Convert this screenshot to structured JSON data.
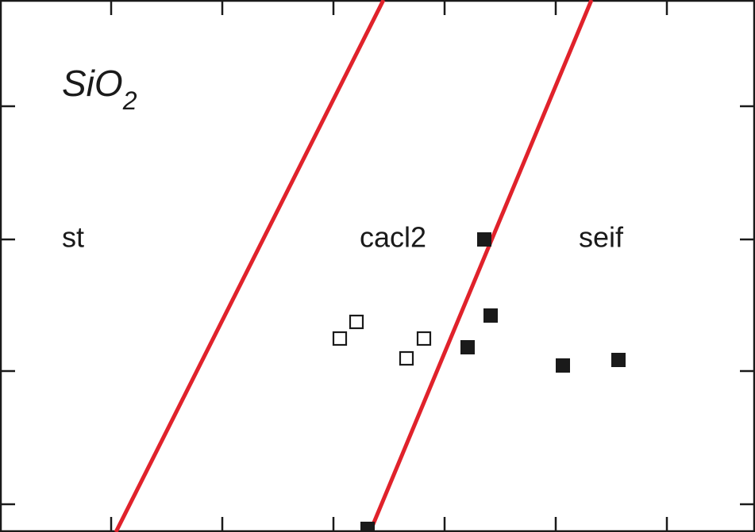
{
  "chart_data": {
    "type": "scatter",
    "title": "SiO",
    "title_subscript": "2",
    "xlabel": "",
    "ylabel": "",
    "xlim": [
      0,
      951
    ],
    "ylim": [
      671,
      0
    ],
    "grid": false,
    "x_ticks": [
      140,
      280,
      420,
      560,
      700,
      840
    ],
    "y_ticks": [
      134,
      302,
      468,
      636
    ],
    "phase_labels": [
      {
        "text": "st",
        "x": 92,
        "y": 302
      },
      {
        "text": "cacl2",
        "x": 495,
        "y": 302
      },
      {
        "text": "seif",
        "x": 757,
        "y": 302
      }
    ],
    "boundaries": [
      {
        "name": "st-cacl2",
        "color": "#e0222b",
        "points": [
          [
            146,
            671
          ],
          [
            483,
            0
          ]
        ]
      },
      {
        "name": "cacl2-seif",
        "color": "#e0222b",
        "points": [
          [
            466,
            671
          ],
          [
            745,
            0
          ]
        ]
      }
    ],
    "series": [
      {
        "style": "open-square",
        "values": [
          [
            428,
            427
          ],
          [
            449,
            406
          ],
          [
            512,
            452
          ],
          [
            534,
            427
          ]
        ]
      },
      {
        "style": "filled-square",
        "values": [
          [
            610,
            302
          ],
          [
            618,
            398
          ],
          [
            589,
            438
          ],
          [
            709,
            461
          ],
          [
            779,
            454
          ],
          [
            463,
            667
          ]
        ]
      }
    ]
  }
}
